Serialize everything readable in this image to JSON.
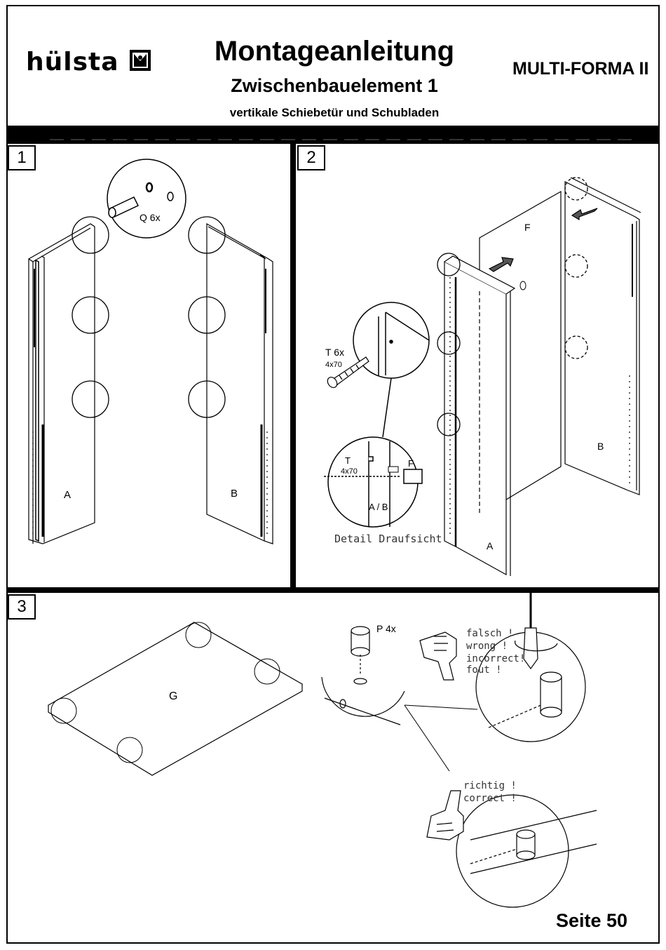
{
  "header": {
    "brand": "hülsta",
    "title": "Montageanleitung",
    "subtitle": "Zwischenbauelement 1",
    "subtitle2": "vertikale Schiebetür und Schubladen",
    "model": "MULTI-FORMA II"
  },
  "step1": {
    "number": "1",
    "part_callout": "Q 6x",
    "label_left": "A",
    "label_right": "B"
  },
  "step2": {
    "number": "2",
    "label_f": "F",
    "label_a": "A",
    "label_b": "B",
    "screw_callout": "T 6x",
    "screw_size": "4x70",
    "detail_t": "T",
    "detail_size": "4x70",
    "detail_f": "F",
    "detail_ab": "A / B",
    "detail_caption": "Detail Draufsicht"
  },
  "step3": {
    "number": "3",
    "label_g": "G",
    "part_callout": "P 4x",
    "wrong_text": [
      "falsch !",
      "wrong !",
      "incorrect!",
      "fout !"
    ],
    "right_text": [
      "richtig !",
      "correct !"
    ]
  },
  "footer": {
    "page": "Seite 50"
  }
}
